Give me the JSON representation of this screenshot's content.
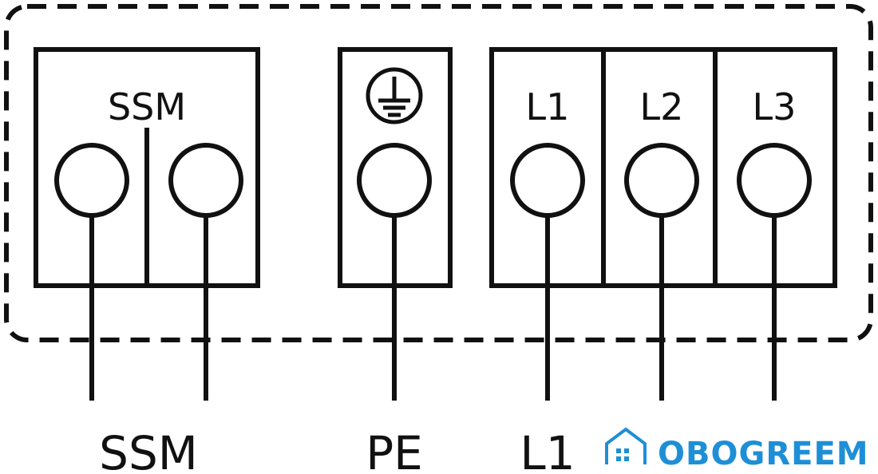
{
  "terminal_block": {
    "ssm_label": "SSM",
    "pe_symbol": "earth-ground-icon",
    "phase_labels": [
      "L1",
      "L2",
      "L3"
    ]
  },
  "bottom_labels": {
    "ssm": "SSM",
    "pe": "PE",
    "l1": "L1"
  },
  "watermark": {
    "brand": "OBOGREEM",
    "icon": "house-icon",
    "color": "#1e8fd6"
  },
  "colors": {
    "line": "#111111",
    "background": "#ffffff"
  }
}
